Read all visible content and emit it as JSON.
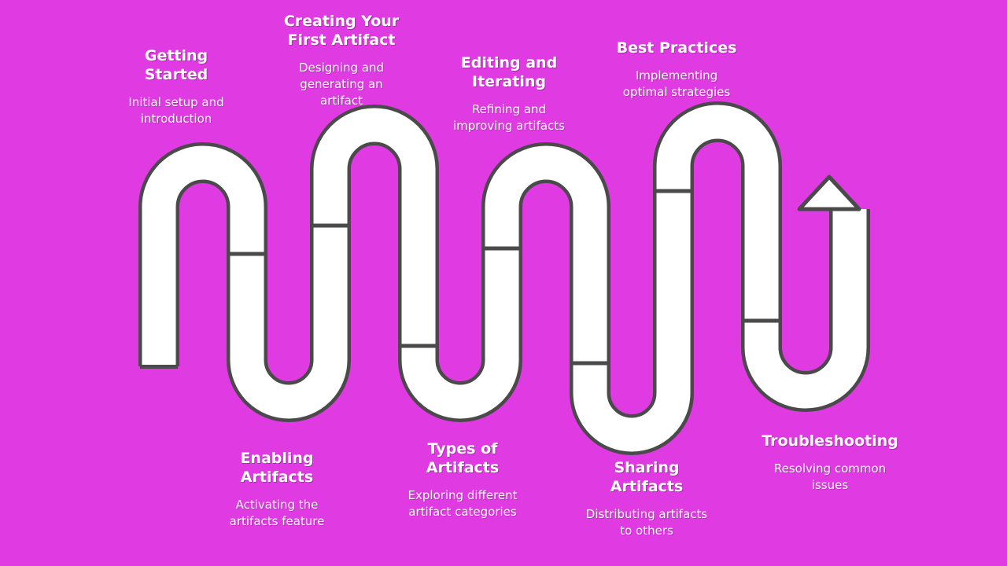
{
  "diagram": {
    "steps": [
      {
        "title_lines": [
          "Getting",
          "Started"
        ],
        "desc_lines": [
          "Initial setup and",
          "introduction"
        ]
      },
      {
        "title_lines": [
          "Enabling",
          "Artifacts"
        ],
        "desc_lines": [
          "Activating the",
          "artifacts feature"
        ]
      },
      {
        "title_lines": [
          "Creating Your",
          "First Artifact"
        ],
        "desc_lines": [
          "Designing and",
          "generating an",
          "artifact"
        ]
      },
      {
        "title_lines": [
          "Types of",
          "Artifacts"
        ],
        "desc_lines": [
          "Exploring different",
          "artifact categories"
        ]
      },
      {
        "title_lines": [
          "Editing and",
          "Iterating"
        ],
        "desc_lines": [
          "Refining and",
          "improving artifacts"
        ]
      },
      {
        "title_lines": [
          "Sharing",
          "Artifacts"
        ],
        "desc_lines": [
          "Distributing artifacts",
          "to others"
        ]
      },
      {
        "title_lines": [
          "Best Practices"
        ],
        "desc_lines": [
          "Implementing",
          "optimal strategies"
        ]
      },
      {
        "title_lines": [
          "Troubleshooting"
        ],
        "desc_lines": [
          "Resolving common",
          "issues"
        ]
      }
    ],
    "colors": {
      "background": "#e03be3",
      "road_fill": "#ffffff",
      "road_outline": "#4a4a4a",
      "text": "#ffffff"
    },
    "icons": [
      "winding-road",
      "arrow-up-head"
    ]
  }
}
